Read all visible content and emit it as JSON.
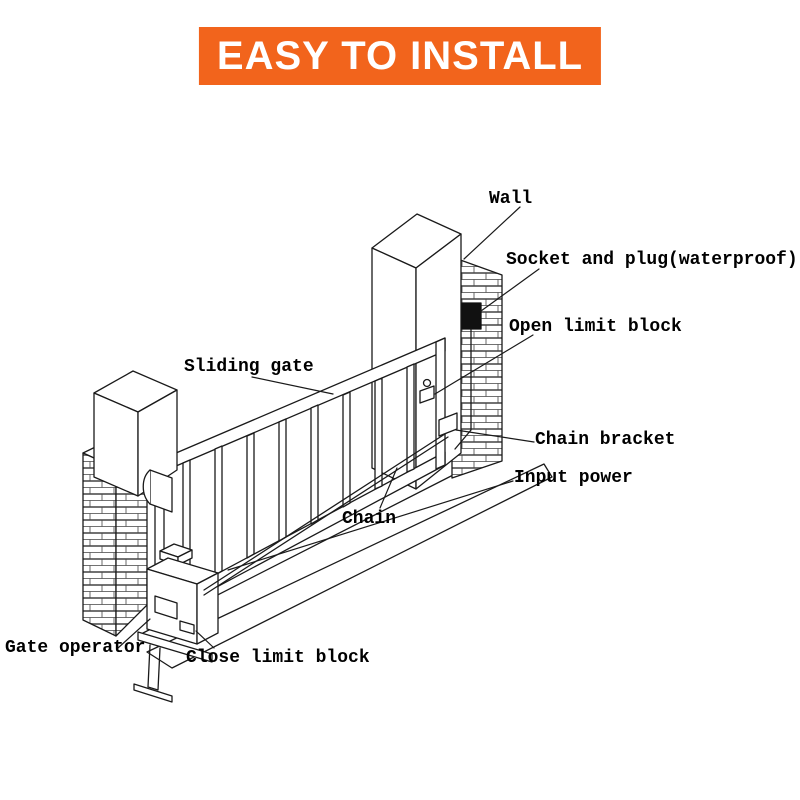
{
  "banner": {
    "text": "EASY TO INSTALL",
    "bg_color": "#F2641C",
    "text_color": "#FFFFFF"
  },
  "diagram": {
    "line_color": "#1a1a1a",
    "labels": [
      {
        "id": "wall",
        "text": "Wall"
      },
      {
        "id": "socket-and-plug",
        "text": "Socket and plug(waterproof)"
      },
      {
        "id": "open-limit-block",
        "text": "Open limit block"
      },
      {
        "id": "sliding-gate",
        "text": "Sliding gate"
      },
      {
        "id": "chain-bracket",
        "text": "Chain bracket"
      },
      {
        "id": "input-power",
        "text": "Input power"
      },
      {
        "id": "chain",
        "text": "Chain"
      },
      {
        "id": "gate-operator",
        "text": "Gate operator"
      },
      {
        "id": "close-limit-block",
        "text": "Close limit block"
      }
    ]
  }
}
